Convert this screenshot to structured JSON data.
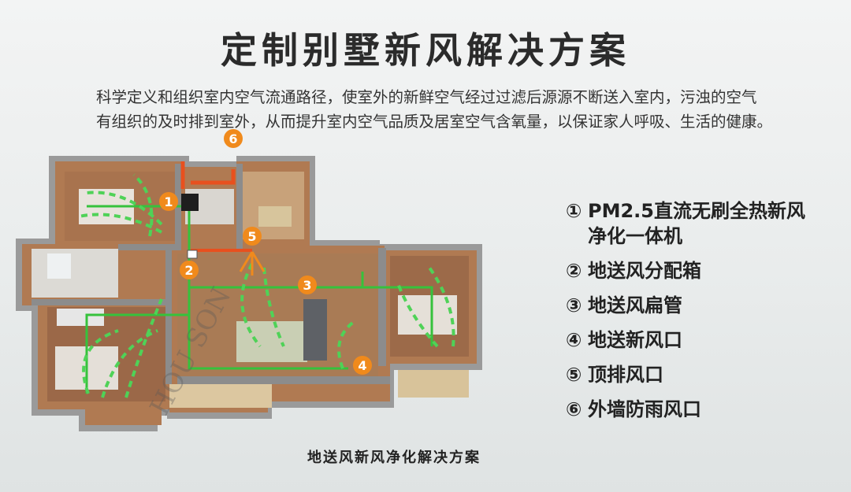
{
  "title": "定制别墅新风解决方案",
  "description": [
    "科学定义和组织室内空气流通路径，使室外的新鲜空气经过过滤后源源不断送入室内，污浊的空气",
    "有组织的及时排到室外，从而提升室内空气品质及居室空气含氧量，以保证家人呼吸、生活的健康。"
  ],
  "markers": [
    "1",
    "2",
    "3",
    "4",
    "5",
    "6"
  ],
  "watermark": "HOU SON",
  "legend": [
    {
      "num": "①",
      "text": "PM2.5直流无刷全热新风",
      "text2": "净化一体机"
    },
    {
      "num": "②",
      "text": "地送风分配箱",
      "text2": ""
    },
    {
      "num": "③",
      "text": "地送风扁管",
      "text2": ""
    },
    {
      "num": "④",
      "text": "地送新风口",
      "text2": ""
    },
    {
      "num": "⑤",
      "text": "顶排风口",
      "text2": ""
    },
    {
      "num": "⑥",
      "text": "外墙防雨风口",
      "text2": ""
    }
  ],
  "caption": "地送风新风净化解决方案",
  "colors": {
    "marker": "#f08a1c",
    "airflow": "#36c23c",
    "duct": "#e8501e",
    "wall": "#8e8e8e"
  }
}
